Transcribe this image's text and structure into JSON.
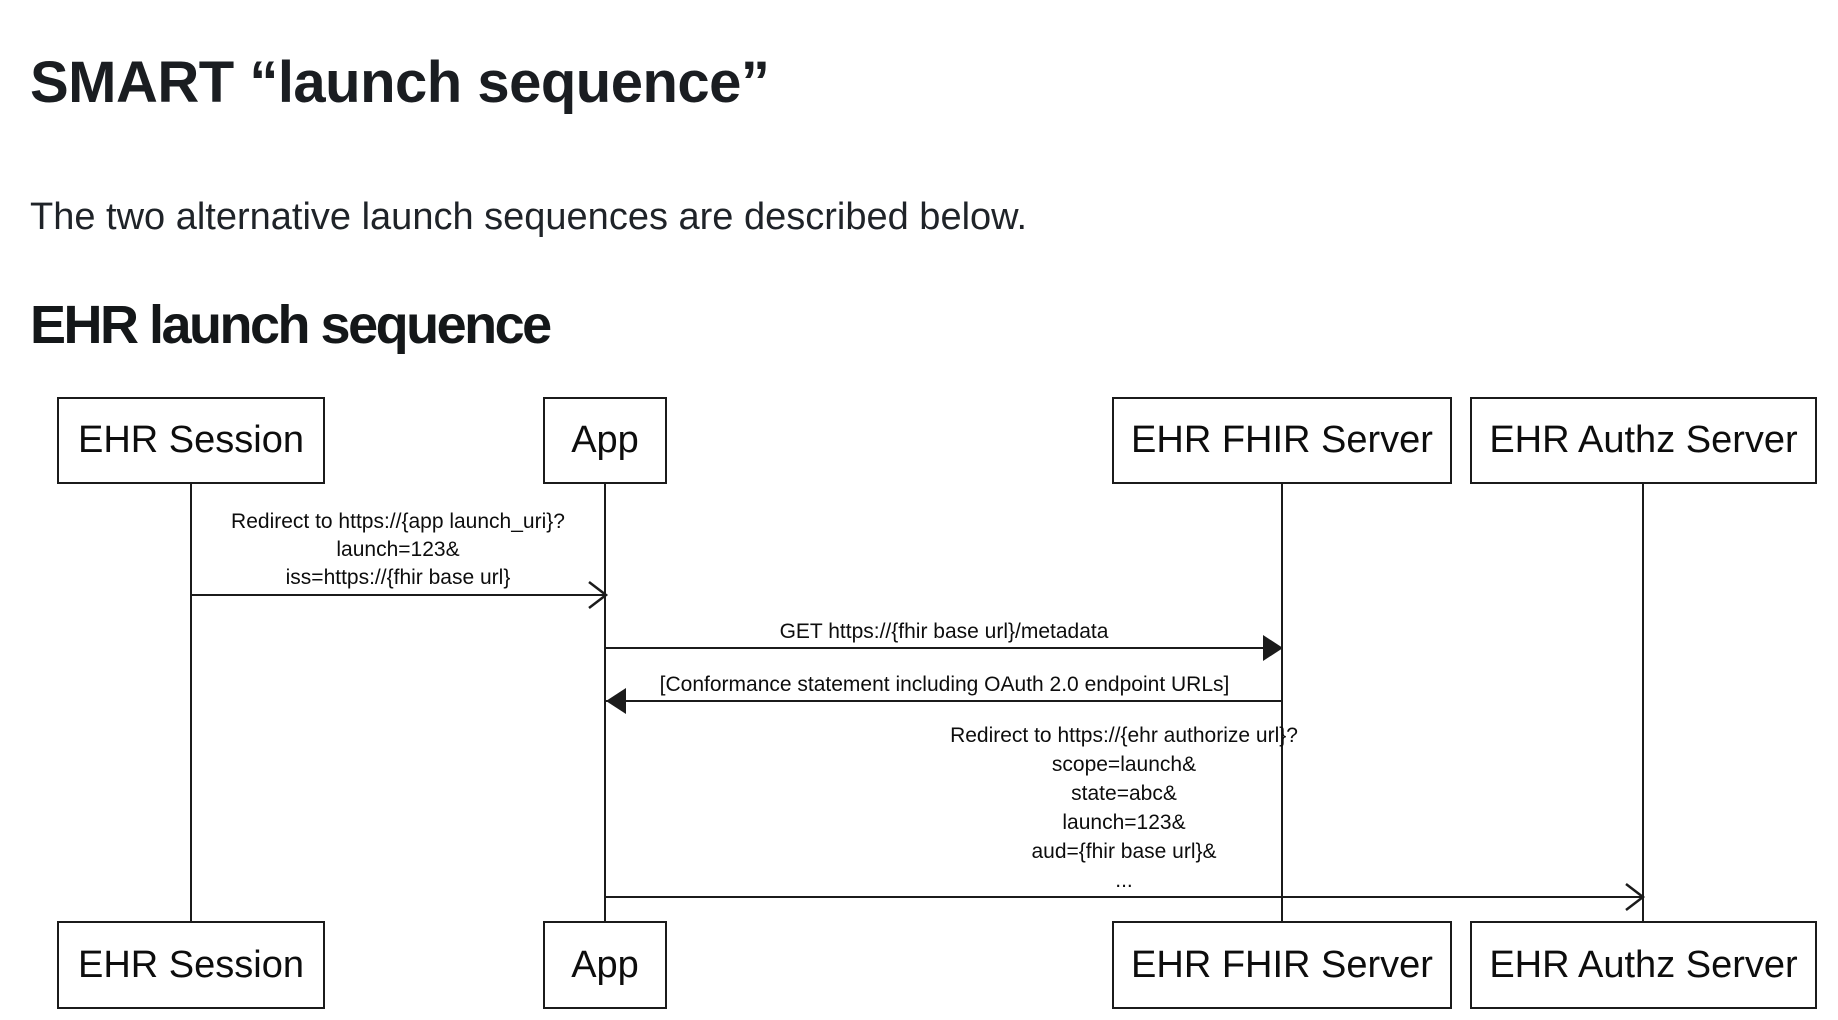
{
  "page": {
    "title": "SMART “launch sequence”",
    "intro": "The two alternative launch sequences are described below.",
    "section_heading": "EHR launch sequence"
  },
  "colors": {
    "background": "#ffffff",
    "text": "#1a1d21",
    "diagram_line": "#1b1b1b"
  },
  "diagram": {
    "type": "uml-sequence",
    "actors": [
      {
        "id": "ehr-session",
        "label": "EHR Session"
      },
      {
        "id": "app",
        "label": "App"
      },
      {
        "id": "ehr-fhir-server",
        "label": "EHR FHIR Server"
      },
      {
        "id": "ehr-authz-server",
        "label": "EHR Authz Server"
      }
    ],
    "messages": [
      {
        "from": "EHR Session",
        "to": "App",
        "arrowhead": "open",
        "lines": [
          "Redirect to https://{app launch_uri}?",
          "launch=123&",
          "iss=https://{fhir base url}"
        ]
      },
      {
        "from": "App",
        "to": "EHR FHIR Server",
        "arrowhead": "solid",
        "lines": [
          "GET https://{fhir base url}/metadata"
        ]
      },
      {
        "from": "EHR FHIR Server",
        "to": "App",
        "arrowhead": "solid",
        "lines": [
          "[Conformance statement including OAuth 2.0 endpoint URLs]"
        ]
      },
      {
        "from": "App",
        "to": "EHR Authz Server",
        "arrowhead": "open",
        "lines": [
          "Redirect to https://{ehr authorize url}?",
          "scope=launch&",
          "state=abc&",
          "launch=123&",
          "aud={fhir base url}&",
          "..."
        ]
      }
    ]
  }
}
